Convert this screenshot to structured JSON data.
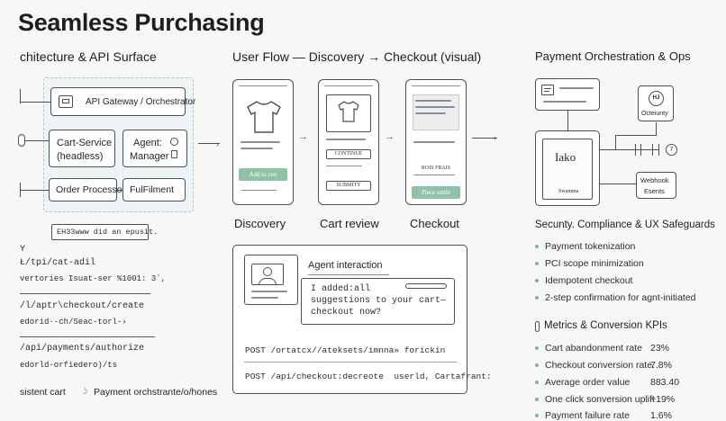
{
  "title": "Seamless Purchasing",
  "architecture": {
    "heading": "chitecture & API Surface",
    "api_gateway": "API Gateway / Orchestrator",
    "cart_service_line1": "Cart-Service",
    "cart_service_line2": "(headless)",
    "agent_line1": "Agent:",
    "agent_line2": "Manager",
    "order_processor": "Order Processor",
    "fulfilment": "FulFilment",
    "note_box": "EH33www did an epusit.",
    "y_label": "Y",
    "endpoints": [
      {
        "path": "Ł/tpi/cat-adil",
        "body": "vertories Isuat-ser %1001: 3ʼ,"
      },
      {
        "path": "/l/aptr\\checkout/create",
        "body": "edorid·-ch/Seac-torl-›"
      },
      {
        "path": "/api/payments/authorize",
        "body": "edorld-orfiedero)/ts"
      }
    ],
    "legend_left": "sistent cart",
    "legend_right": "Payment orchstrante/o/hones"
  },
  "user_flow": {
    "heading": "User Flow — Discovery → Checkout (visual)",
    "screens": [
      {
        "caption": "Discovery",
        "button": "Add to con"
      },
      {
        "caption": "Cart review",
        "pill1": "CONTINUE",
        "pill2": "SUBMITY"
      },
      {
        "caption": "Checkout",
        "pill1": "ROIS FRAIS",
        "button": "Piece smile"
      }
    ],
    "agent_heading": "Agent interaction",
    "agent_message": "I added:all\nsuggestions to your cart—\ncheckout now?",
    "post1": "POST /ortatcx//ateksets/imnna» forickin",
    "post2": "POST /api/checkout:decreote  userld, Cartafrant:"
  },
  "payments": {
    "heading": "Payment Orchestration & Ops",
    "device_text": "Iako",
    "device_sub": "Swamma",
    "circle_badge": "HJ",
    "circle_label": "Octeiunty",
    "small_circle": "7",
    "webhook_line1": "Webhook",
    "webhook_line2": "Esents",
    "security_heading": "Secunty. Compliance & UX Safeguards",
    "security_items": [
      "Payment tokenization",
      "PCI scope minimization",
      "Idempotent checkout",
      "2-step confirmation for agnt-initiated"
    ],
    "metrics_heading": "Metrics & Conversion KPIs",
    "metrics": [
      {
        "label": "Cart abandonment rate",
        "value": "23%"
      },
      {
        "label": "Checkout conversion rate.",
        "value": "7.8%"
      },
      {
        "label": "Average order value",
        "value": "883.40"
      },
      {
        "label": "One click sonversion uplift",
        "value": "+19%"
      },
      {
        "label": "Payment failure rate",
        "value": "1.6%"
      }
    ]
  },
  "colors": {
    "accent_green": "#8fc3a8",
    "stroke": "#4a5058",
    "dot": "#7fb0a8"
  }
}
